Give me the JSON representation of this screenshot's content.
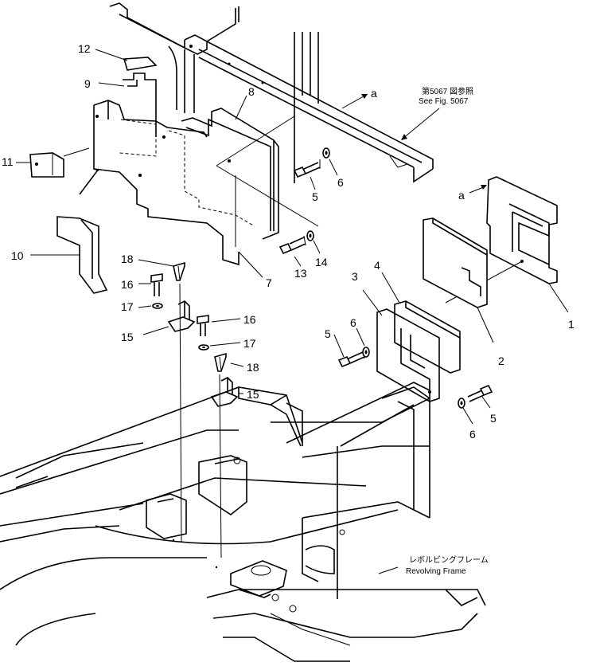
{
  "labels": {
    "p1": "1",
    "p2": "2",
    "p3": "3",
    "p4": "4",
    "p5a": "5",
    "p5b": "5",
    "p5c": "5",
    "p6a": "6",
    "p6b": "6",
    "p6c": "6",
    "p7": "7",
    "p8": "8",
    "p9": "9",
    "p10": "10",
    "p11": "11",
    "p12": "12",
    "p13": "13",
    "p14": "14",
    "p15a": "15",
    "p15b": "15",
    "p16a": "16",
    "p16b": "16",
    "p17a": "17",
    "p17b": "17",
    "p18a": "18",
    "p18b": "18",
    "a_top": "a",
    "a_right": "a"
  },
  "notes": {
    "see_fig_jp": "第5067 図参照",
    "see_fig_en": "See Fig. 5067",
    "frame_jp": "レボルビングフレーム",
    "frame_en": "Revolving Frame"
  }
}
